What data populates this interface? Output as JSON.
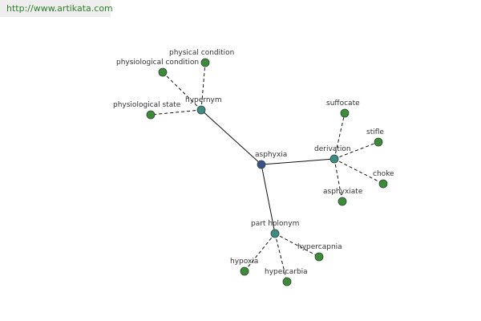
{
  "header": {
    "url": "http://www.artikata.com"
  },
  "graph": {
    "colors": {
      "center": "#3a4f8e",
      "hub": "#3f8a86",
      "leaf": "#3d8a3a",
      "node_stroke": "#2f4a2f",
      "edge": "#111111"
    },
    "center": {
      "label": "asphyxia"
    },
    "hubs": [
      {
        "id": "hypernym",
        "label": "hypernym"
      },
      {
        "id": "derivation",
        "label": "derivation"
      },
      {
        "id": "part-holonym",
        "label": "part holonym"
      }
    ],
    "leaves": [
      {
        "label": "physical condition",
        "hub": "hypernym"
      },
      {
        "label": "physiological condition",
        "hub": "hypernym"
      },
      {
        "label": "physiological state",
        "hub": "hypernym"
      },
      {
        "label": "suffocate",
        "hub": "derivation"
      },
      {
        "label": "stifle",
        "hub": "derivation"
      },
      {
        "label": "choke",
        "hub": "derivation"
      },
      {
        "label": "asphyxiate",
        "hub": "derivation"
      },
      {
        "label": "hypercapnia",
        "hub": "part-holonym"
      },
      {
        "label": "hypoxia",
        "hub": "part-holonym"
      },
      {
        "label": "hypercarbia",
        "hub": "part-holonym"
      }
    ]
  }
}
